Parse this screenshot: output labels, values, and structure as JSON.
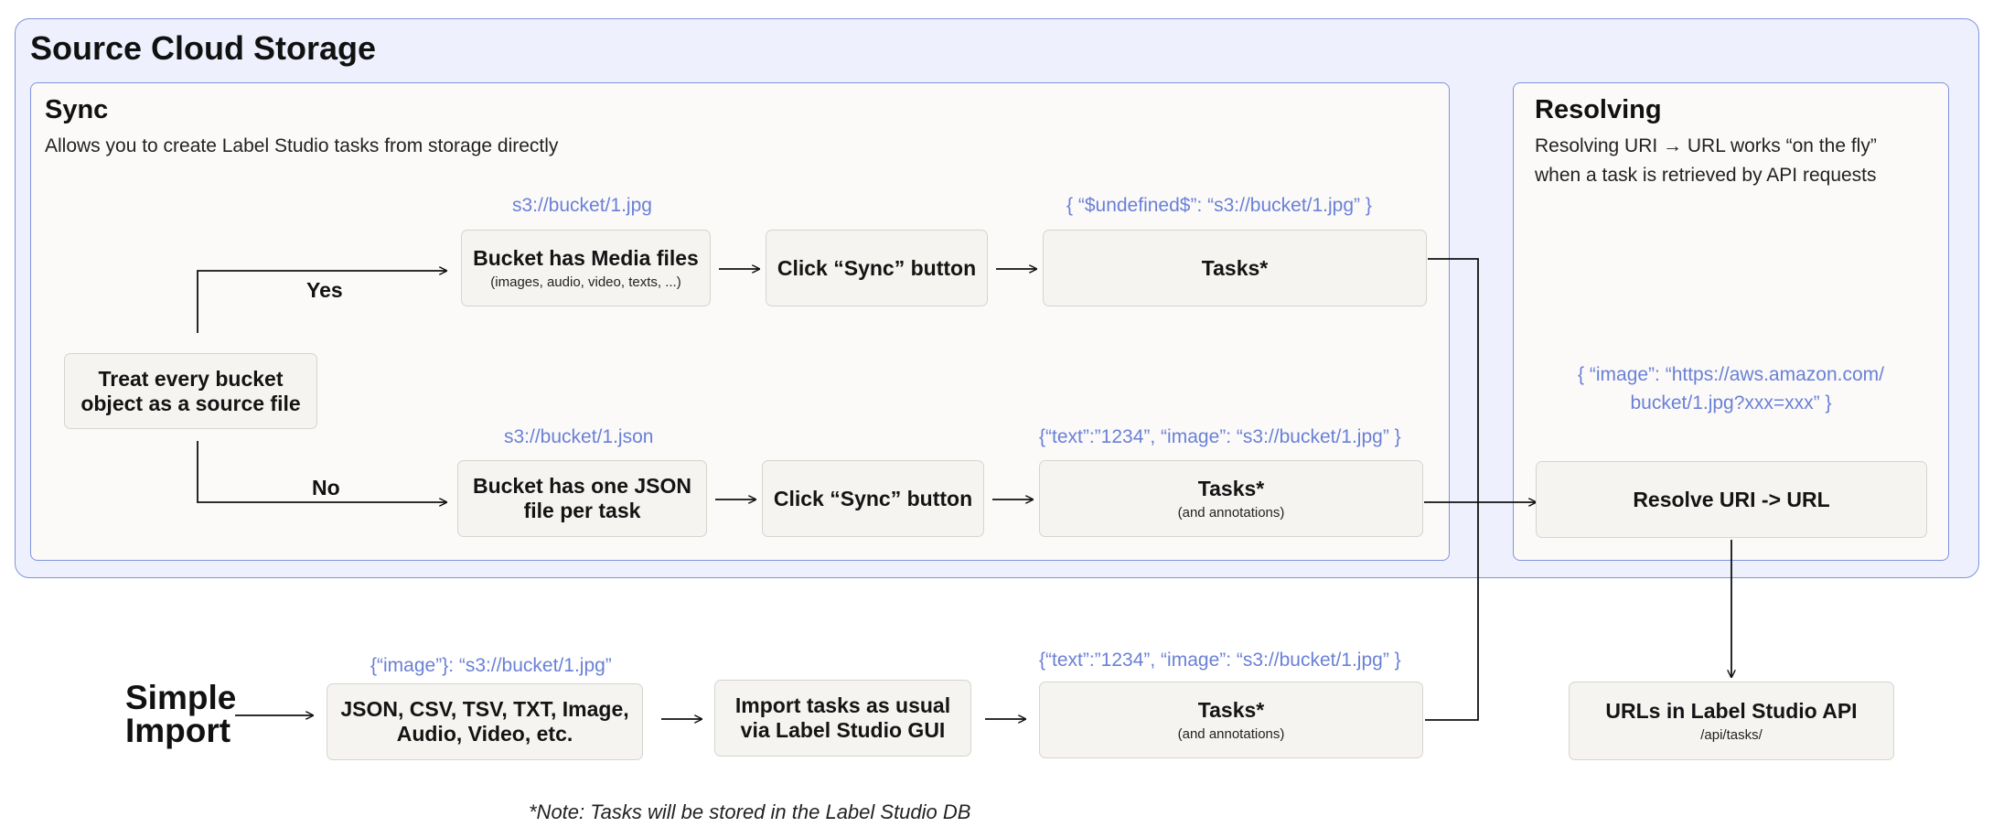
{
  "outer": {
    "title": "Source Cloud Storage"
  },
  "sync": {
    "title": "Sync",
    "description": "Allows you to create Label Studio tasks from storage directly"
  },
  "resolving": {
    "title": "Resolving",
    "description_line1": "Resolving URI → URL works “on the fly”",
    "description_line2": "when a task is retrieved by API requests"
  },
  "annotations": {
    "media_path": "s3://bucket/1.jpg",
    "tasks_top": "{ “$undefined$”: “s3://bucket/1.jpg” }",
    "json_path": "s3://bucket/1.json",
    "tasks_mid": "{“text”:”1234”,  “image”: “s3://bucket/1.jpg” }",
    "resolved_line1": "{ “image”: “https://aws.amazon.com/",
    "resolved_line2": "bucket/1.jpg?xxx=xxx” }",
    "import_path": "{“image”}: “s3://bucket/1.jpg”",
    "tasks_bottom": "{“text”:”1234”,  “image”: “s3://bucket/1.jpg” }"
  },
  "nodes": {
    "treat_line1": "Treat every bucket",
    "treat_line2": "object as a source file",
    "media": "Bucket has Media files",
    "media_sub": "(images, audio, video, texts, ...)",
    "sync_btn_top": "Click “Sync” button",
    "tasks_top": "Tasks*",
    "json_line1": "Bucket has one JSON",
    "json_line2": "file per task",
    "sync_btn_mid": "Click “Sync” button",
    "tasks_mid": "Tasks*",
    "tasks_mid_sub": "(and annotations)",
    "resolve": "Resolve URI -> URL",
    "formats_line1": "JSON, CSV, TSV, TXT, Image,",
    "formats_line2": "Audio, Video, etc.",
    "import_line1": "Import tasks as usual",
    "import_line2": "via Label Studio GUI",
    "tasks_bottom": "Tasks*",
    "tasks_bottom_sub": "(and annotations)",
    "urls": "URLs in Label Studio API",
    "urls_sub": "/api/tasks/"
  },
  "edge_labels": {
    "yes": "Yes",
    "no": "No"
  },
  "simple_import": {
    "line1": "Simple",
    "line2": "Import"
  },
  "note": "*Note: Tasks will be stored in the Label Studio DB",
  "colors": {
    "accent_blue": "#6a80d6",
    "region_border": "#7f93dc",
    "region_fill": "#eef1fd",
    "panel_fill": "#fbfaf8",
    "node_fill": "#f5f4f1"
  }
}
